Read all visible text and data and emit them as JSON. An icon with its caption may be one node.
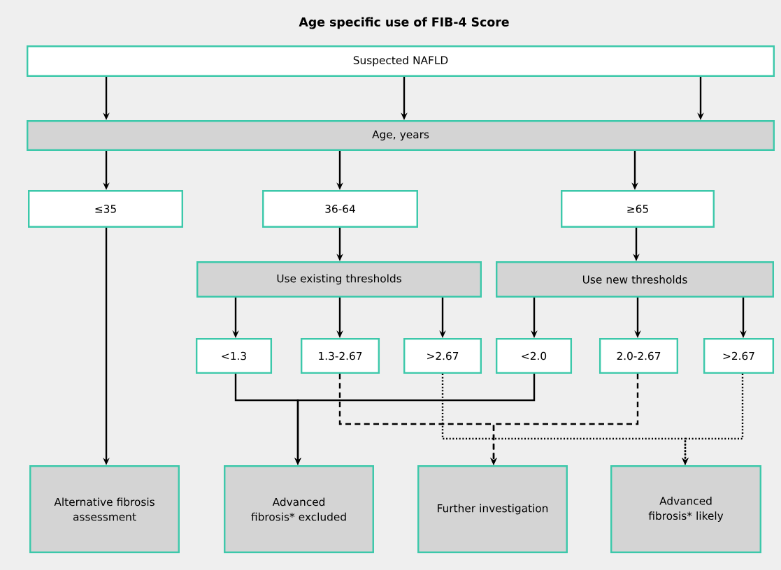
{
  "diagram": {
    "title": "Age specific use of FIB-4 Score",
    "nodes": [
      {
        "text": [
          "Suspected NAFLD"
        ]
      },
      {
        "text": [
          "Age, years"
        ]
      },
      {
        "text": [
          "≤35"
        ]
      },
      {
        "text": [
          "36-64"
        ]
      },
      {
        "text": [
          "≥65"
        ]
      },
      {
        "text": [
          "Use existing thresholds"
        ]
      },
      {
        "text": [
          "Use new thresholds"
        ]
      },
      {
        "text": [
          "<1.3"
        ]
      },
      {
        "text": [
          "1.3-2.67"
        ]
      },
      {
        "text": [
          ">2.67"
        ]
      },
      {
        "text": [
          "<2.0"
        ]
      },
      {
        "text": [
          "2.0-2.67"
        ]
      },
      {
        "text": [
          ">2.67"
        ]
      },
      {
        "text": [
          "Alternative fibrosis assessment"
        ]
      },
      {
        "text": [
          "Advanced fibrosis* excluded"
        ]
      },
      {
        "text": [
          "Further investigation"
        ]
      },
      {
        "text": [
          "Advanced fibrosis* likely"
        ]
      }
    ],
    "edges": [
      {
        "from": 0,
        "to": 1,
        "arrow": "to"
      },
      {
        "from": 0,
        "to": 1,
        "arrow": "to"
      },
      {
        "from": 0,
        "to": 1,
        "arrow": "to"
      },
      {
        "from": 1,
        "to": 2,
        "arrow": "to"
      },
      {
        "from": 1,
        "to": 3,
        "arrow": "to"
      },
      {
        "from": 1,
        "to": 4,
        "arrow": "to"
      },
      {
        "from": 2,
        "to": 13,
        "arrow": "to"
      },
      {
        "from": 3,
        "to": 5,
        "arrow": "to"
      },
      {
        "from": 4,
        "to": 6,
        "arrow": "to"
      },
      {
        "from": 5,
        "to": 7,
        "arrow": "to"
      },
      {
        "from": 5,
        "to": 8,
        "arrow": "to"
      },
      {
        "from": 5,
        "to": 9,
        "arrow": "to"
      },
      {
        "from": 6,
        "to": 10,
        "arrow": "to"
      },
      {
        "from": 6,
        "to": 11,
        "arrow": "to"
      },
      {
        "from": 6,
        "to": 12,
        "arrow": "to"
      },
      {
        "from": 7,
        "to": 14,
        "arrow": "to"
      },
      {
        "from": 10,
        "to": 14,
        "arrow": "to"
      },
      {
        "from": 8,
        "to": 15,
        "arrow": "to",
        "style": "dashed"
      },
      {
        "from": 11,
        "to": 15,
        "arrow": "to",
        "style": "dashed"
      },
      {
        "from": 9,
        "to": 16,
        "arrow": "to",
        "style": "dashed"
      },
      {
        "from": 12,
        "to": 16,
        "arrow": "to",
        "style": "dashed"
      }
    ]
  }
}
